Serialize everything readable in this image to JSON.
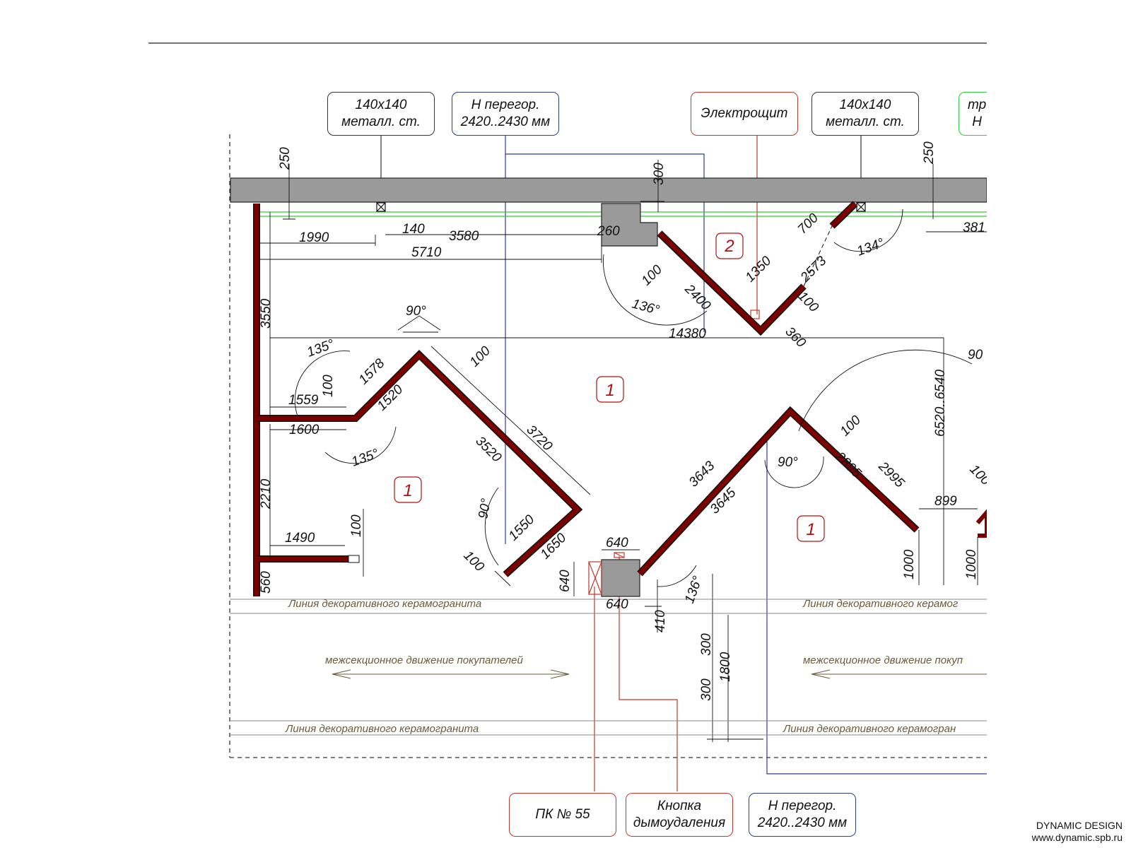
{
  "colors": {
    "partition": "#7a0000",
    "wall": "#9a9a9a",
    "zone_label": "#b01010",
    "deco_line": "#6b5a3a",
    "callout_red": "#c0392b",
    "callout_blue": "#2c3e8c",
    "callout_green": "#2ecc40"
  },
  "callouts": {
    "column_left": "140х140\nметалл. ст.",
    "height_top": "Н перегор.\n2420..2430 мм",
    "panel": "Электрощит",
    "column_right": "140х140\nметалл. ст.",
    "cut_green": "тр\nН",
    "pk": "ПК № 55",
    "smoke_button": "Кнопка\nдымоудаления",
    "height_bottom": "Н перегор.\n2420..2430 мм"
  },
  "dims": [
    "250",
    "1990",
    "140",
    "3580",
    "5710",
    "300",
    "260",
    "700",
    "381",
    "250",
    "2573",
    "1350",
    "100",
    "2400",
    "134°",
    "136°",
    "100",
    "360",
    "14380",
    "3550",
    "90°",
    "135°",
    "1578",
    "100",
    "1559",
    "100",
    "1520",
    "1600",
    "135°",
    "3520",
    "3720",
    "2210",
    "90°",
    "1550",
    "1650",
    "100",
    "1490",
    "100",
    "560",
    "6520..6540",
    "90",
    "100",
    "3643",
    "3645",
    "90°",
    "2895",
    "2995",
    "899",
    "100",
    "640",
    "640",
    "640",
    "410",
    "136°",
    "1000",
    "1000",
    "300",
    "300",
    "1800"
  ],
  "zones": [
    "2",
    "1",
    "1",
    "1"
  ],
  "deco_labels": {
    "line_left_1": "Линия декоративного керамогранита",
    "line_right_1": "Линия декоративного керамог",
    "traffic_left": "межсекционное движение покупателей",
    "traffic_right": "межсекционное движение покуп",
    "line_left_2": "Линия декоративного керамогранита",
    "line_right_2": "Линия декоративного керамогран"
  },
  "brand": {
    "name": "DYNAMIC DESIGN",
    "url": "www.dynamic.spb.ru"
  }
}
